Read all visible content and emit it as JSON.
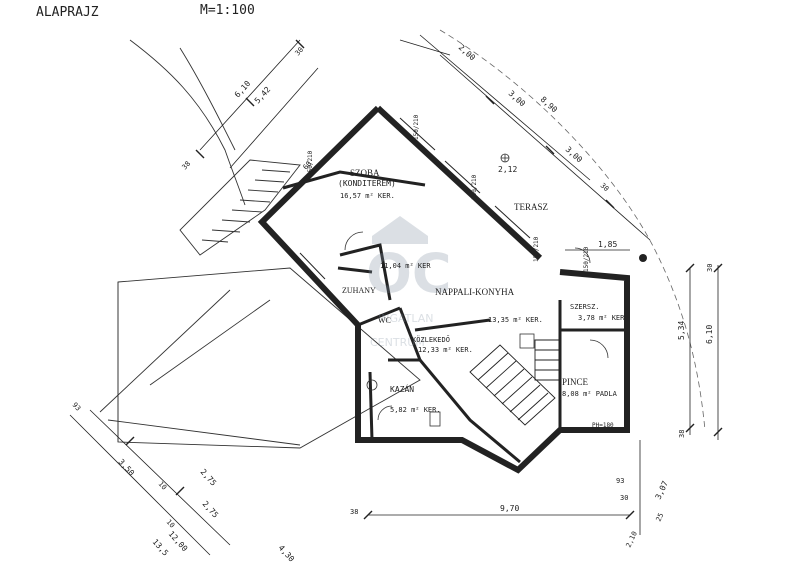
{
  "header": {
    "title": "ALAPRAJZ",
    "scale": "M=1:100"
  },
  "rooms": [
    {
      "name": "SZOBA",
      "sub": "(KONDITEREM)",
      "area": "16,57 m² KER."
    },
    {
      "name": "",
      "sub": "",
      "area": "11,04 m² KER"
    },
    {
      "name": "ZUHANY",
      "sub": "",
      "area": ""
    },
    {
      "name": "NAPPALI-KONYHA",
      "sub": "",
      "area": "13,35 m² KER."
    },
    {
      "name": "WC",
      "sub": "",
      "area": ""
    },
    {
      "name": "KÖZLEKEDŐ",
      "sub": "",
      "area": "12,33 m² KER."
    },
    {
      "name": "KAZÁN",
      "sub": "",
      "area": "5,82 m² KER."
    },
    {
      "name": "SZERSZ.",
      "sub": "",
      "area": "3,78 m² KER."
    },
    {
      "name": "PINCE",
      "sub": "",
      "area": "8,08 m² PADLA"
    },
    {
      "name": "TERASZ",
      "sub": "",
      "area": ""
    }
  ],
  "openings": [
    "150/210",
    "150/210",
    "150/210",
    "150/210",
    "150/210"
  ],
  "dimensions": {
    "top_left": [
      "6,10",
      "5,42",
      "30",
      "38",
      "60"
    ],
    "top_right": [
      "2,00",
      "3,00",
      "8,90",
      "3,00",
      "30"
    ],
    "right": [
      "1,85",
      "5,34",
      "6,10",
      "38",
      "30"
    ],
    "bottom": [
      "9,70",
      "30",
      "93",
      "3,07",
      "25",
      "2,10",
      "38",
      "PH=180"
    ],
    "bottom_left": [
      "3,50",
      "2,75",
      "2,75",
      "10",
      "10",
      "12,00",
      "13,5",
      "4,30",
      "93"
    ]
  },
  "watermark": {
    "letters": "OC",
    "line1": "INGATLAN",
    "line2": "CENTRUM"
  },
  "misc": {
    "mark": "2,12"
  }
}
